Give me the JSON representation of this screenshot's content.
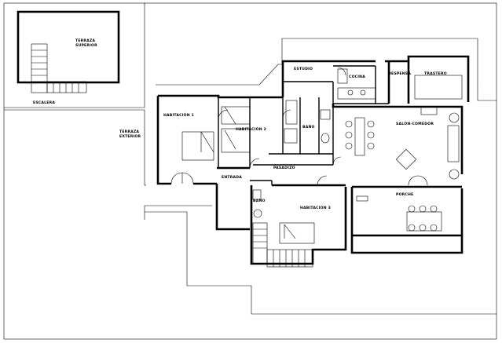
{
  "labels": {
    "terraza_superior": "TERRAZA\nSUPERIOR",
    "escalera": "ESCALERA",
    "terraza_exterior": "TERRAZA\nEXTERIOR",
    "habitacion_1": "HABITACIÓN 1",
    "habitacion_2": "HABITACIÓN 2",
    "habitacion_3": "HABITACIÓN 3",
    "entrada": "ENTRADA",
    "pasadizo": "PASADIZO",
    "bano_1": "BAÑO",
    "bano_2": "BAÑO",
    "estudio": "ESTUDIO",
    "cocina": "COCINA",
    "despensa": "DESPENSA",
    "trastero": "TRASTERO",
    "salon_comedor": "SALÓN-COMEDOR",
    "porche": "PORCHE"
  }
}
